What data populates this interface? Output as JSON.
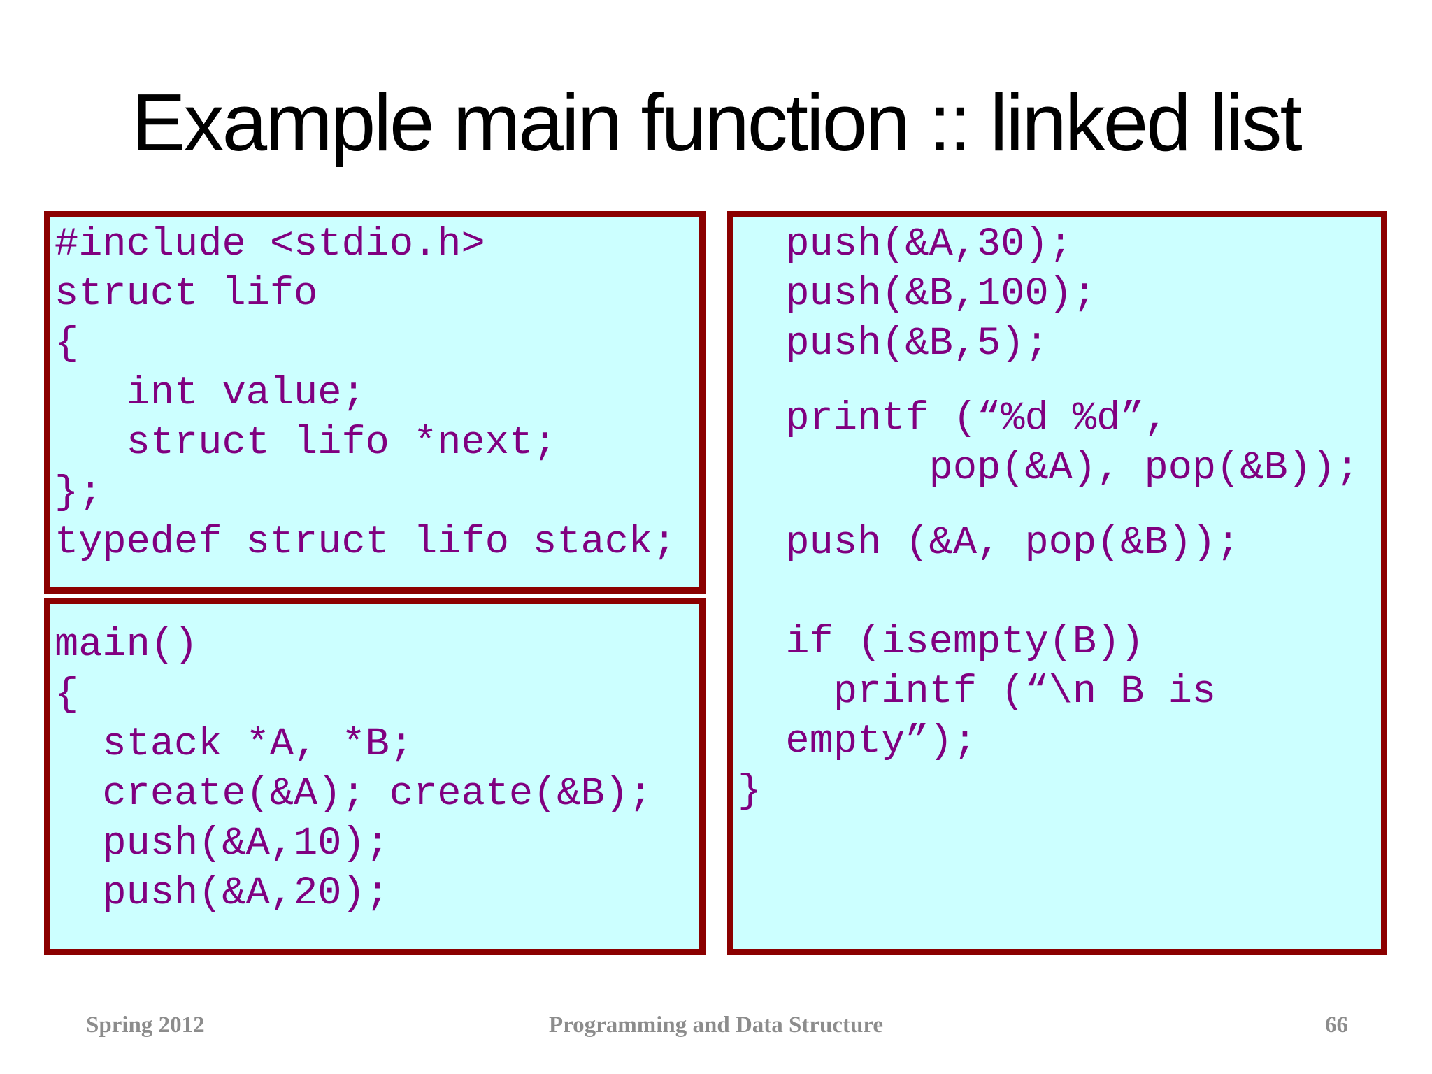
{
  "title": "Example main function :: linked list",
  "colors": {
    "slide_background": "#FFFFFF",
    "title_text": "#000000",
    "code_box_background": "#CCFFFF",
    "code_box_border": "#8B0000",
    "code_text": "#800080",
    "footer_text": "#8C8C8C"
  },
  "code_boxes": {
    "declarations": {
      "lines": [
        "#include <stdio.h>",
        "struct lifo",
        "{",
        "   int value;",
        "   struct lifo *next;",
        "};",
        "typedef struct lifo stack;"
      ]
    },
    "main_begin": {
      "lines": [
        "main()",
        "{",
        "  stack *A, *B;",
        "  create(&A); create(&B);",
        "  push(&A,10);",
        "  push(&A,20);"
      ]
    },
    "main_rest": {
      "lines": [
        "  push(&A,30);",
        "  push(&B,100);",
        "  push(&B,5);",
        "",
        "  printf (“%d %d”,",
        "        pop(&A), pop(&B));",
        "",
        "  push (&A, pop(&B));",
        " ",
        "  if (isempty(B))",
        "    printf (“\\n B is",
        "  empty”);",
        "}"
      ]
    }
  },
  "footer": {
    "semester": "Spring 2012",
    "course": "Programming and Data Structure",
    "page_number": "66"
  }
}
